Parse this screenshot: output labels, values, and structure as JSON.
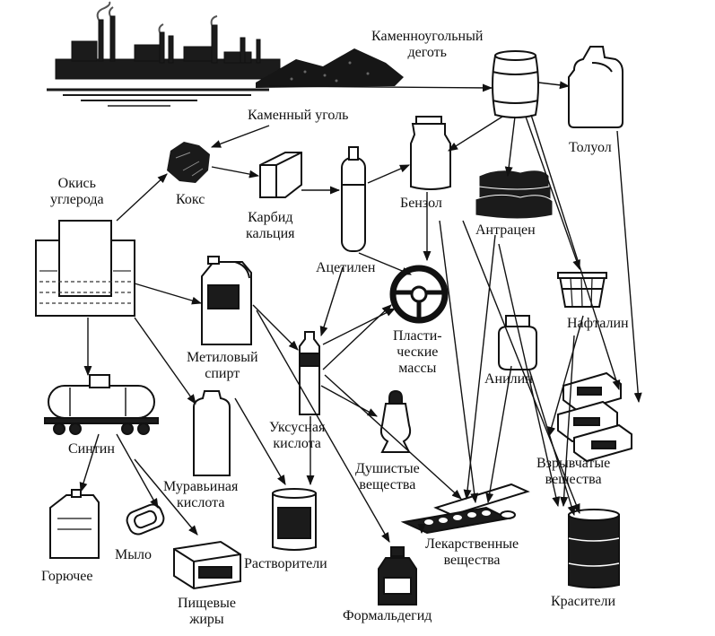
{
  "labels": {
    "coal_tar": "Каменноугольный\nдеготь",
    "coal": "Каменный уголь",
    "carbon_monoxide": "Окись\nуглерода",
    "coke": "Кокс",
    "calcium_carbide": "Карбид\nкальция",
    "acetylene": "Ацетилен",
    "benzene": "Бензол",
    "anthracene": "Антрацен",
    "toluene": "Толуол",
    "naphthalene": "Нафталин",
    "plastics": "Пласти-\nческие\nмассы",
    "methanol": "Метиловый\nспирт",
    "aniline": "Анилин",
    "explosives": "Взрывчатые\nвещества",
    "acetic_acid": "Уксусная\nкислота",
    "fragrances": "Душистые\nвещества",
    "synthin": "Синтин",
    "formic_acid": "Муравьиная\nкислота",
    "solvents": "Растворители",
    "medicines": "Лекарственные\nвещества",
    "fuel": "Горючее",
    "soap": "Мыло",
    "food_fats": "Пищевые\nжиры",
    "formaldehyde": "Формальдегид",
    "dyes": "Красители"
  },
  "colors": {
    "ink": "#111111",
    "paper": "#ffffff",
    "water": "#1a1a1a",
    "coal_pile": "#161616"
  }
}
